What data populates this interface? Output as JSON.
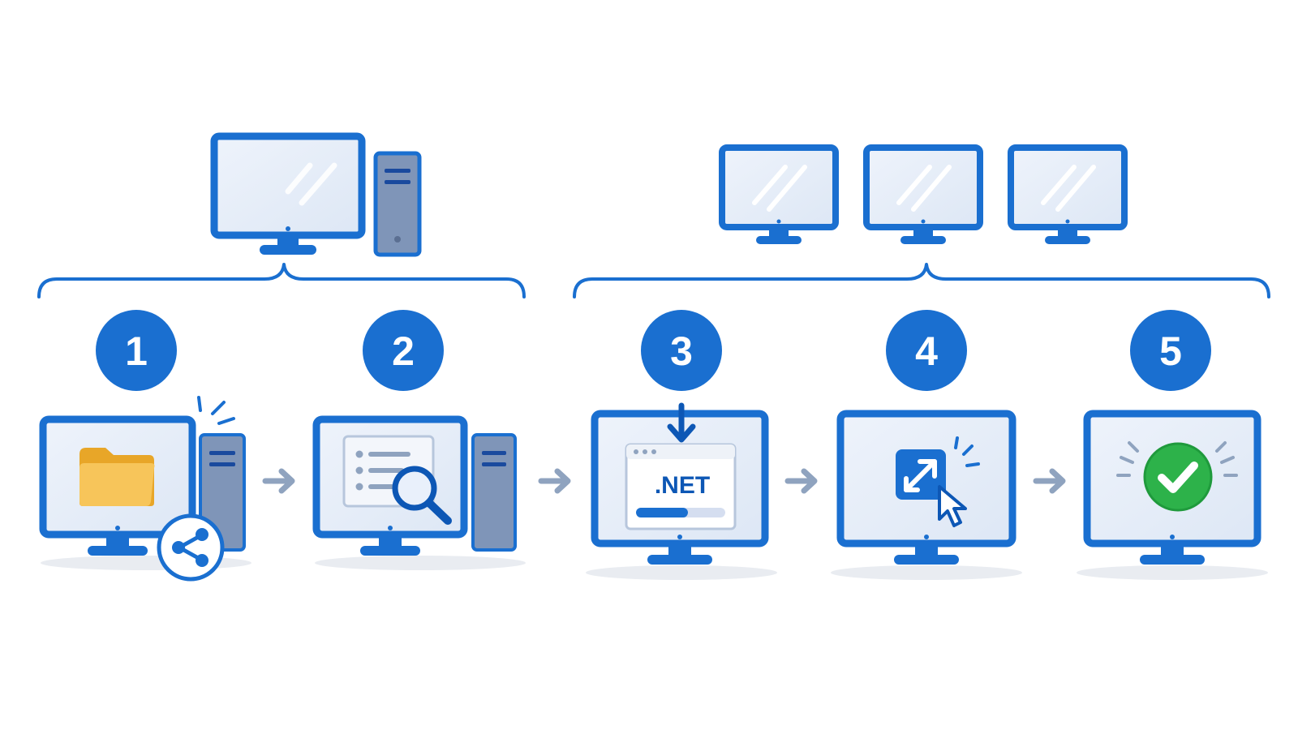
{
  "colors": {
    "primary": "#1a6fd0",
    "primary_dark": "#0d57b5",
    "screen": "#e6eefa",
    "screen_shine": "#ffffff",
    "tower": "#7f95b8",
    "tower_dark": "#5b6f92",
    "arrow": "#8fa3bf",
    "folder": "#f7c55a",
    "folder_dark": "#e8a628",
    "success": "#2db24a",
    "shadow": "#e9ecf1"
  },
  "groups": [
    {
      "name": "single-machine",
      "steps": [
        1,
        2
      ],
      "icon": "desktop-with-tower-icon"
    },
    {
      "name": "multiple-machines",
      "steps": [
        3,
        4,
        5
      ],
      "icon": "three-monitors-icon"
    }
  ],
  "steps": [
    {
      "number": "1",
      "icon": "shared-folder-icon"
    },
    {
      "number": "2",
      "icon": "search-list-icon"
    },
    {
      "number": "3",
      "icon": "dotnet-install-icon",
      "label": ".NET"
    },
    {
      "number": "4",
      "icon": "launch-app-icon"
    },
    {
      "number": "5",
      "icon": "success-check-icon"
    }
  ]
}
